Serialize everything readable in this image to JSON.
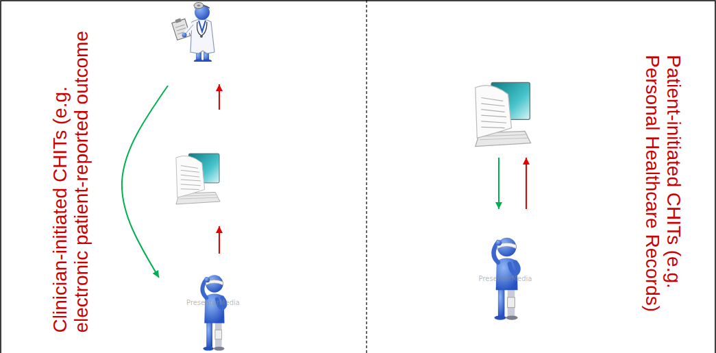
{
  "diagram": {
    "nodes": [
      {
        "text": [
          "Clinician-initiated CHITs (e.g. electronic patient-reported outcome"
        ]
      },
      {
        "text": [],
        "in": 0
      },
      {
        "text": [],
        "in": 0
      },
      {
        "text": [
          "PresenterMedia"
        ],
        "in": 0
      },
      {
        "text": [
          "Patient-initiated CHITs (e.g. Personal Healthcare Records)"
        ]
      },
      {
        "text": [],
        "in": 4
      },
      {
        "text": [
          "PresenterMedia"
        ],
        "in": 4
      }
    ],
    "edges": [
      {
        "from": 3,
        "to": 2,
        "arrow": "to"
      },
      {
        "from": 2,
        "to": 1,
        "arrow": "to"
      },
      {
        "from": 1,
        "to": 3,
        "arrow": "to"
      },
      {
        "from": 5,
        "to": 6,
        "arrow": "to"
      },
      {
        "from": 6,
        "to": 5,
        "arrow": "to"
      }
    ]
  }
}
